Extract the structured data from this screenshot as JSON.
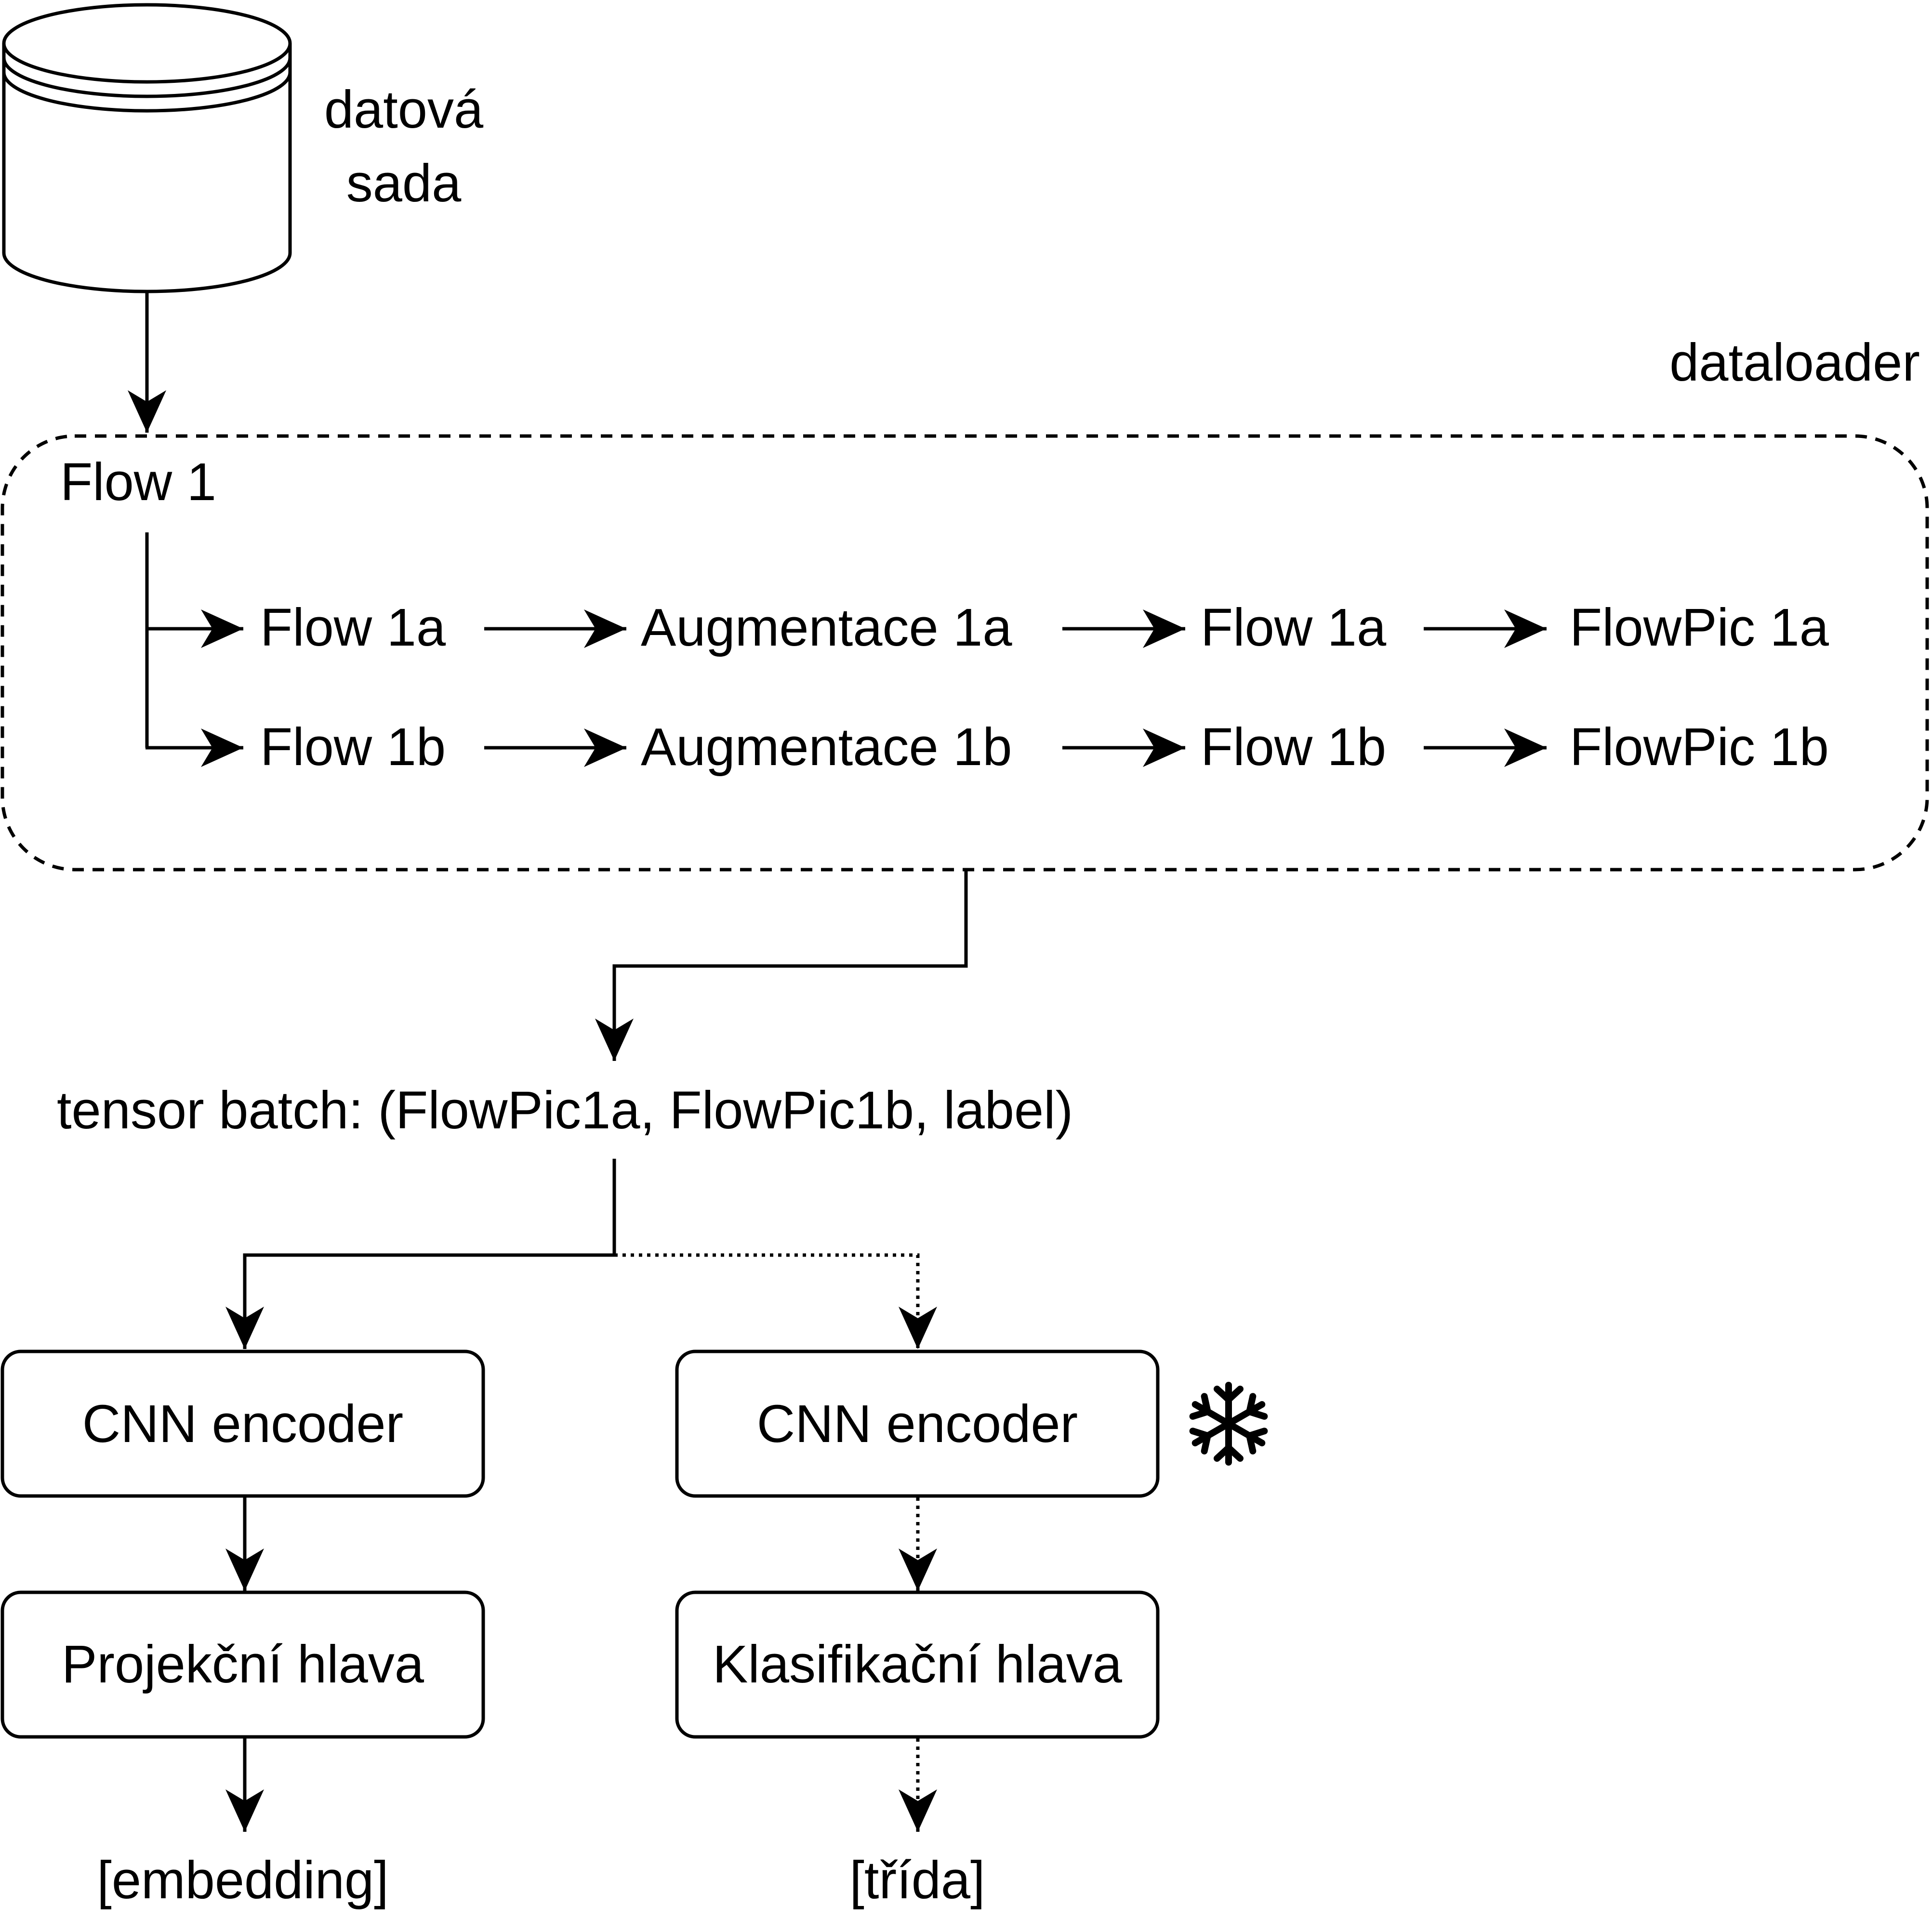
{
  "dataset": {
    "line1": "datová",
    "line2": "sada"
  },
  "dataloader": {
    "label": "dataloader",
    "flow": "Flow 1"
  },
  "rows": [
    {
      "flow": "Flow 1a",
      "aug": "Augmentace 1a",
      "flow2": "Flow 1a",
      "pic": "FlowPic 1a"
    },
    {
      "flow": "Flow 1b",
      "aug": "Augmentace 1b",
      "flow2": "Flow 1b",
      "pic": "FlowPic 1b"
    }
  ],
  "batch": "tensor batch: (FlowPic1a, FlowPic1b, label)",
  "left": {
    "encoder": "CNN encoder",
    "head": "Projekční hlava",
    "output": "[embedding]"
  },
  "right": {
    "encoder": "CNN encoder",
    "head": "Klasifikační hlava",
    "output": "[třída]"
  },
  "icons": {
    "frozen": "snowflake-icon"
  }
}
